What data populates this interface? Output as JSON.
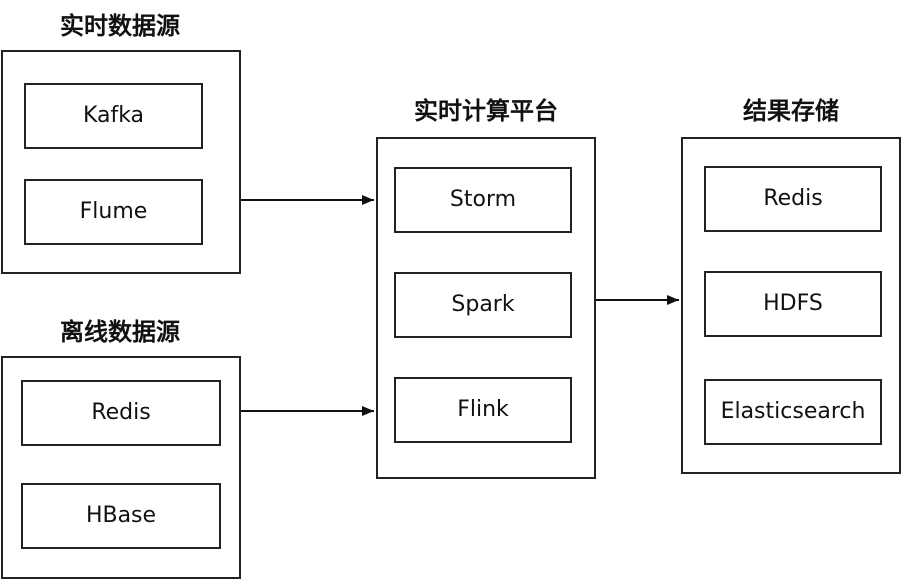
{
  "groups": {
    "realtime_sources": {
      "title": "实时数据源",
      "nodes": [
        "Kafka",
        "Flume"
      ]
    },
    "offline_sources": {
      "title": "离线数据源",
      "nodes": [
        "Redis",
        "HBase"
      ]
    },
    "compute": {
      "title": "实时计算平台",
      "nodes": [
        "Storm",
        "Spark",
        "Flink"
      ]
    },
    "storage": {
      "title": "结果存储",
      "nodes": [
        "Redis",
        "HDFS",
        "Elasticsearch"
      ]
    }
  }
}
